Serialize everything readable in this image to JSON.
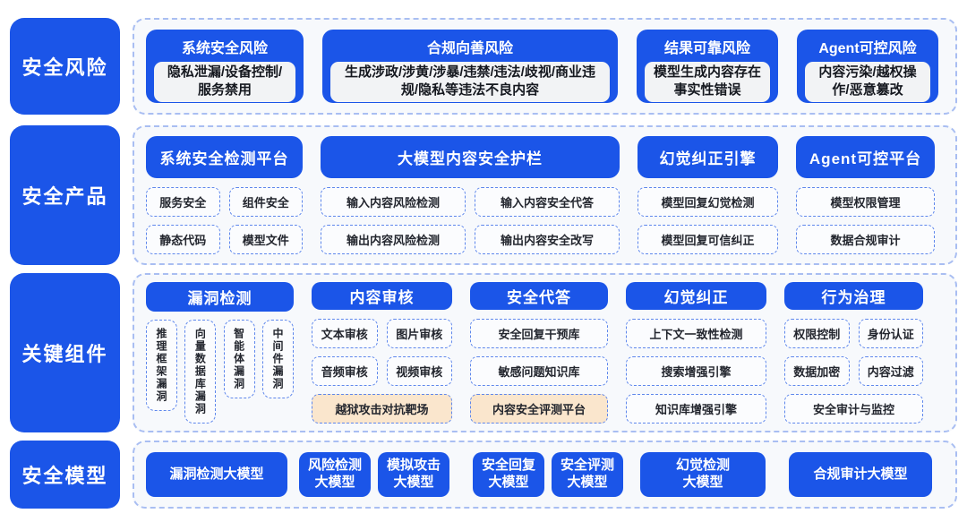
{
  "colors": {
    "primary_blue": "#1B55E8",
    "panel_border_blue": "#A9BEF2",
    "item_border_blue": "#5E87EC",
    "panel_bg": "#F7F9FC",
    "item_bg": "#FBFCFE",
    "highlight_orange": "#FAE6CD",
    "risk_inner_bg": "#F2F3F5"
  },
  "rows": {
    "risks": {
      "label": "安全风险",
      "cards": [
        {
          "title": "系统安全风险",
          "desc": "隐私泄漏/设备控制/服务禁用"
        },
        {
          "title": "合规向善风险",
          "desc": "生成涉政/涉黄/涉暴/违禁/违法/歧视/商业违规/隐私等违法不良内容"
        },
        {
          "title": "结果可靠风险",
          "desc": "模型生成内容存在事实性错误"
        },
        {
          "title": "Agent可控风险",
          "desc": "内容污染/越权操作/恶意篡改"
        }
      ]
    },
    "products": {
      "label": "安全产品",
      "groups": [
        {
          "header": "系统安全检测平台",
          "items": [
            "服务安全",
            "组件安全",
            "静态代码",
            "模型文件"
          ]
        },
        {
          "header": "大模型内容安全护栏",
          "items": [
            "输入内容风险检测",
            "输入内容安全代答",
            "输出内容风险检测",
            "输出内容安全改写"
          ]
        },
        {
          "header": "幻觉纠正引擎",
          "items": [
            "模型回复幻觉检测",
            "模型回复可信纠正"
          ]
        },
        {
          "header": "Agent可控平台",
          "items": [
            "模型权限管理",
            "数据合规审计"
          ]
        }
      ]
    },
    "components": {
      "label": "关键组件",
      "groups": [
        {
          "header": "漏洞检测",
          "items": [
            "推理框架漏洞",
            "向量数据库漏洞",
            "智能体漏洞",
            "中间件漏洞"
          ]
        },
        {
          "header": "内容审核",
          "items": [
            "文本审核",
            "图片审核",
            "音频审核",
            "视频审核"
          ],
          "highlight": "越狱攻击对抗靶场"
        },
        {
          "header": "安全代答",
          "items": [
            "安全回复干预库",
            "敏感问题知识库"
          ],
          "highlight": "内容安全评测平台"
        },
        {
          "header": "幻觉纠正",
          "items": [
            "上下文一致性检测",
            "搜索增强引擎",
            "知识库增强引擎"
          ]
        },
        {
          "header": "行为治理",
          "items": [
            "权限控制",
            "身份认证",
            "数据加密",
            "内容过滤"
          ],
          "wide": "安全审计与监控"
        }
      ]
    },
    "models": {
      "label": "安全模型",
      "cards": [
        {
          "line1": "漏洞检测大模型"
        },
        {
          "line1": "风险检测",
          "line2": "大模型"
        },
        {
          "line1": "模拟攻击",
          "line2": "大模型"
        },
        {
          "line1": "安全回复",
          "line2": "大模型"
        },
        {
          "line1": "安全评测",
          "line2": "大模型"
        },
        {
          "line1": "幻觉检测",
          "line2": "大模型"
        },
        {
          "line1": "合规审计大模型"
        }
      ]
    }
  }
}
